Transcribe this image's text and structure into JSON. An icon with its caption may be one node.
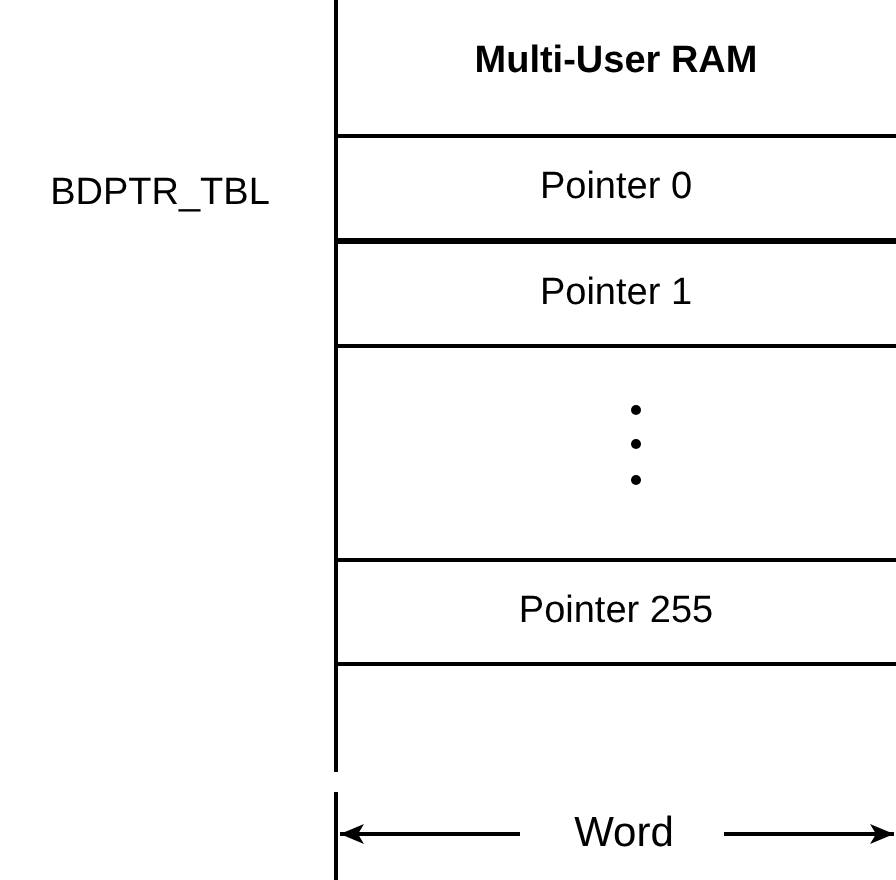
{
  "diagram": {
    "title": "Multi-User RAM",
    "nodes": [
      {
        "text": [
          "Pointer 0"
        ]
      },
      {
        "text": [
          "Pointer 1"
        ]
      },
      {
        "text": [
          "Pointer 255"
        ]
      }
    ],
    "labels": [
      "BDPTR_TBL",
      "Word"
    ]
  }
}
